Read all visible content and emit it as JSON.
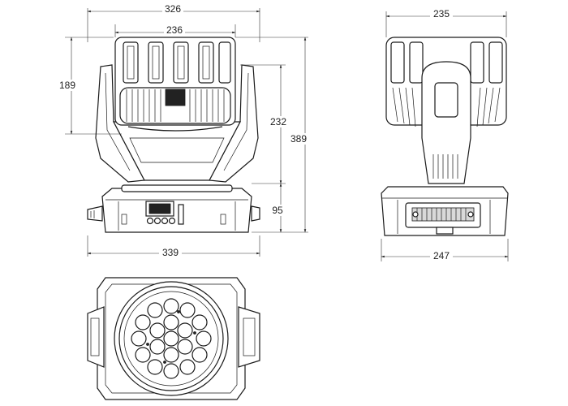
{
  "dimensions": {
    "front_total_width": "326",
    "front_head_width": "236",
    "front_head_height": "189",
    "front_arm_height": "232",
    "front_total_height": "389",
    "front_base_height": "95",
    "front_base_width": "339",
    "side_width": "235",
    "side_base_width": "247"
  },
  "colors": {
    "line": "#1a1a1a",
    "background": "#ffffff"
  }
}
